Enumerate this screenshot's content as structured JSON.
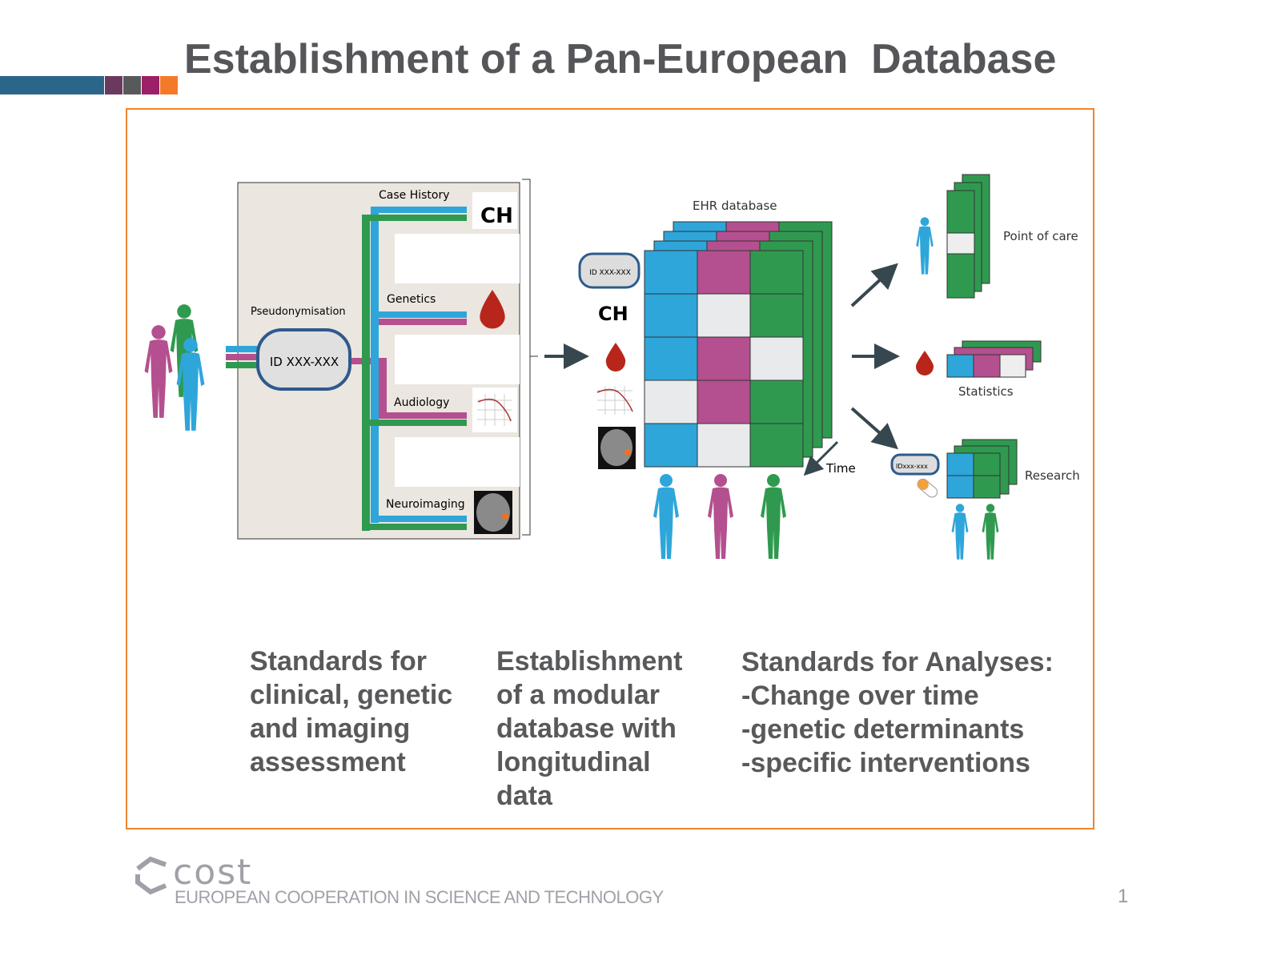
{
  "title": "Establishment of a Pan-European  Database",
  "colors": {
    "blue": "#2ea6da",
    "magenta": "#b4508f",
    "green": "#2f9a4f",
    "orange": "#f0852d",
    "title": "#555659"
  },
  "left_panel": {
    "pseudonymisation": "Pseudonymisation",
    "id_label": "ID  XXX-XXX",
    "modules": [
      "Case History",
      "Genetics",
      "Audiology",
      "Neuroimaging"
    ],
    "ch": "CH"
  },
  "middle": {
    "id_label": "ID  XXX-XXX",
    "ch": "CH",
    "ehr_title": "EHR database",
    "time_label": "Time",
    "grid": [
      [
        "b",
        "m",
        "g"
      ],
      [
        "b",
        "w",
        "g"
      ],
      [
        "b",
        "m",
        "w"
      ],
      [
        "w",
        "m",
        "g"
      ],
      [
        "b",
        "w",
        "g"
      ]
    ]
  },
  "outputs": {
    "point_of_care": "Point of care",
    "statistics": "Statistics",
    "research": "Research",
    "research_id": "IDxxx-xxx"
  },
  "columns": [
    "Standards for\nclinical, genetic\nand imaging\nassessment",
    "Establishment\nof a modular\ndatabase with\nlongitudinal\ndata",
    " Standards for Analyses:\n-Change over time\n-genetic determinants\n-specific interventions"
  ],
  "footer": {
    "logo_text": "cost",
    "subtitle": "EUROPEAN COOPERATION IN SCIENCE AND TECHNOLOGY",
    "page_number": "1"
  }
}
